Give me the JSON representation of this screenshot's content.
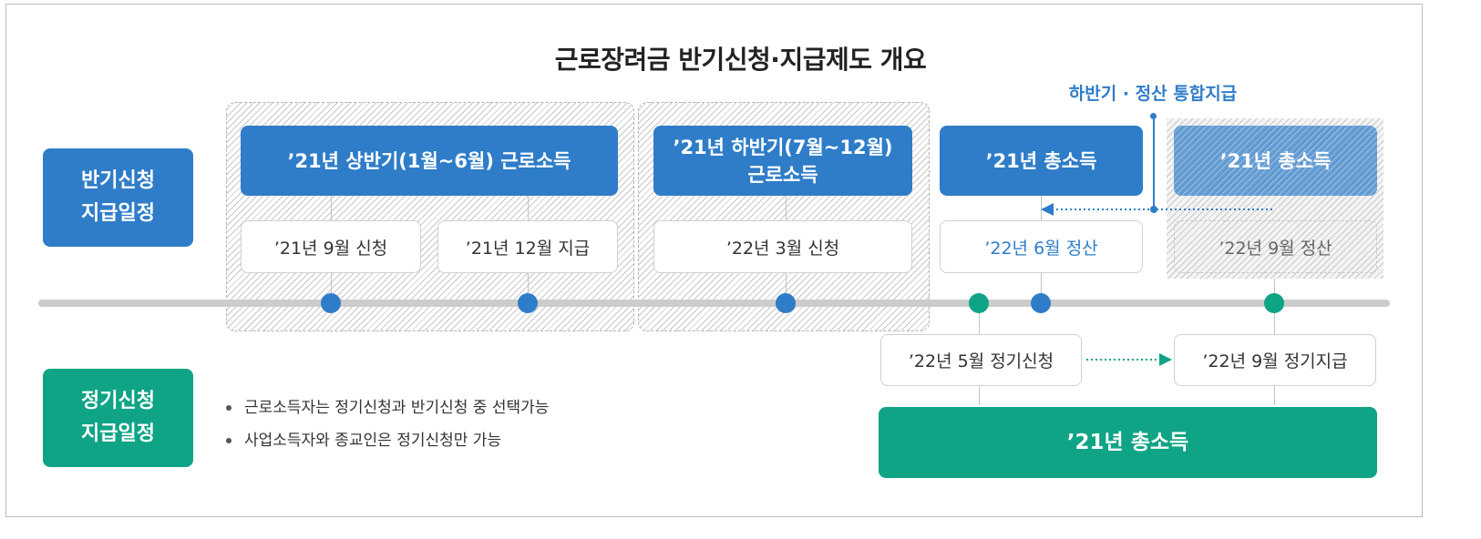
{
  "title": "근로장려금 반기신청·지급제도 개요",
  "labels": {
    "half_year": "반기신청\n지급일정",
    "regular": "정기신청\n지급일정"
  },
  "top_annotation": "하반기 · 정산 통합지급",
  "half_year": {
    "first_half_header": "’21년 상반기(1월~6월) 근로소득",
    "first_half_apply": "’21년 9월 신청",
    "first_half_pay": "’21년 12월 지급",
    "second_half_header": "’21년 하반기(7월~12월)\n근로소득",
    "second_half_apply": "’22년 3월 신청",
    "total_header": "’21년 총소득",
    "settle_june": "’22년 6월 정산",
    "total_header_faded": "’21년 총소득",
    "settle_sep_faded": "’22년 9월 정산"
  },
  "regular": {
    "apply": "’22년 5월 정기신청",
    "pay": "’22년 9월 정기지급",
    "total": "’21년 총소득"
  },
  "notes": [
    "근로소득자는 정기신청과 반기신청 중 선택가능",
    "사업소득자와 종교인은 정기신청만 가능"
  ],
  "colors": {
    "blue": "#2f7dc9",
    "green": "#0ea485",
    "timeline": "#cccccc"
  }
}
